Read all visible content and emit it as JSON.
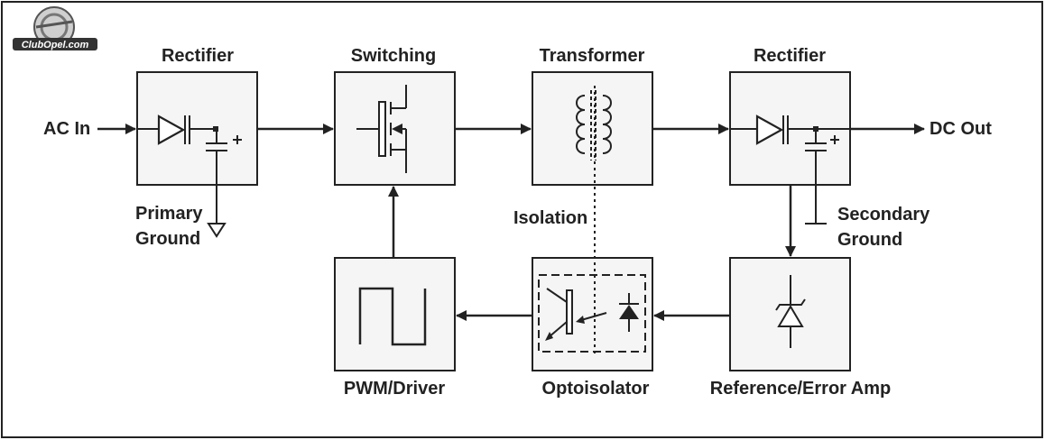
{
  "logo": {
    "text": "ClubOpel.com"
  },
  "blocks": {
    "input_rectifier": {
      "title": "Rectifier"
    },
    "switching": {
      "title": "Switching"
    },
    "transformer": {
      "title": "Transformer"
    },
    "output_rectifier": {
      "title": "Rectifier"
    },
    "pwm_driver": {
      "title": "PWM/Driver"
    },
    "optoisolator": {
      "title": "Optoisolator"
    },
    "reference_error_amp": {
      "title": "Reference/Error Amp"
    }
  },
  "io": {
    "input": "AC In",
    "output": "DC Out"
  },
  "grounds": {
    "primary_line1": "Primary",
    "primary_line2": "Ground",
    "secondary_line1": "Secondary",
    "secondary_line2": "Ground"
  },
  "isolation_label": "Isolation",
  "colors": {
    "line": "#222222",
    "block_fill": "#f5f5f5",
    "background": "#ffffff"
  }
}
